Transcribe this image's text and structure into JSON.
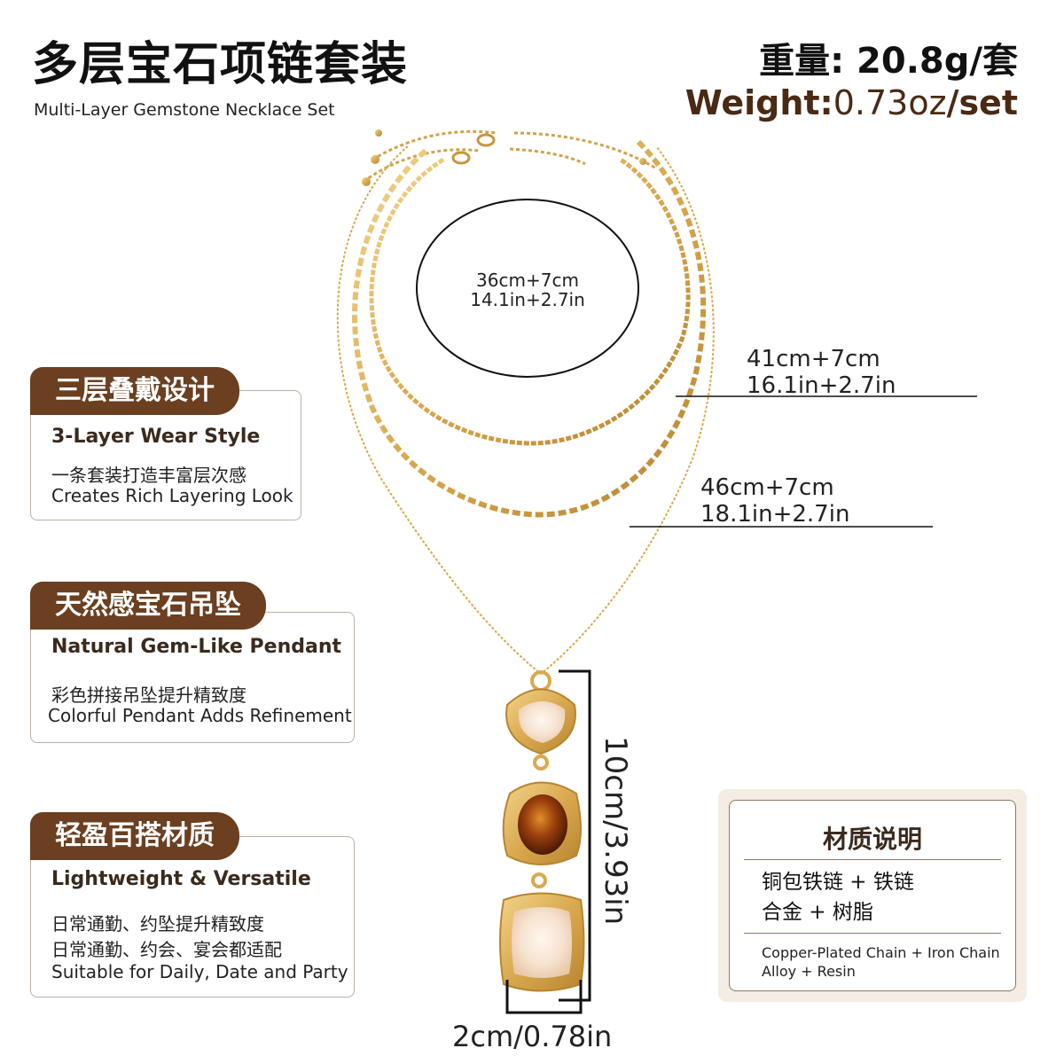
{
  "header": {
    "title_cn": "多层宝石项链套装",
    "title_en": "Multi-Layer Gemstone Necklace Set",
    "weight_cn": "重量: 20.8g/套",
    "weight_en_label": "Weight:",
    "weight_en_value": "0.73oz",
    "weight_en_unit": "/set"
  },
  "dimensions": {
    "inner_cm": "36cm+7cm",
    "inner_in": "14.1in+2.7in",
    "middle_cm": "41cm+7cm",
    "middle_in": "16.1in+2.7in",
    "outer_cm": "46cm+7cm",
    "outer_in": "18.1in+2.7in",
    "pendant_length": "10cm/3.93in",
    "pendant_width": "2cm/0.78in"
  },
  "features": [
    {
      "tag": "三层叠戴设计",
      "title_en": "3-Layer Wear Style",
      "line1": "一条套装打造丰富层次感",
      "line2": "Creates Rich Layering Look"
    },
    {
      "tag": "天然感宝石吊坠",
      "title_en": "Natural Gem-Like Pendant",
      "line1": "彩色拼接吊坠提升精致度",
      "line2": "Colorful Pendant Adds Refinement"
    },
    {
      "tag": "轻盈百搭材质",
      "title_en": "Lightweight & Versatile",
      "line1": "日常通勤、约坠提升精致度",
      "line2": "日常通勤、约会、宴会都适配",
      "line3": "Suitable for Daily, Date and Party"
    }
  ],
  "material": {
    "title": "材质说明",
    "cn_line1": "铜包铁链 + 铁链",
    "cn_line2": "合金 + 树脂",
    "en_line1": "Copper-Plated Chain + Iron Chain",
    "en_line2": "Alloy + Resin"
  },
  "colors": {
    "brown_tag": "#6b3f20",
    "gold": "#d9a94f",
    "amber": "#8a3a0a",
    "pearl": "#f6e2cf"
  }
}
